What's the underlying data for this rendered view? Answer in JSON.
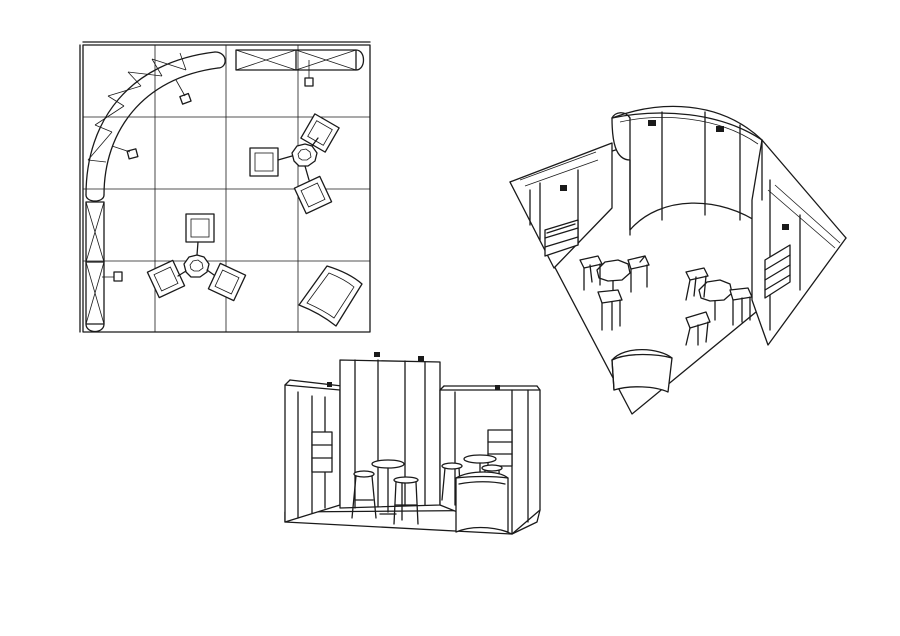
{
  "figure": {
    "views": [
      {
        "id": "floor-plan",
        "kind": "top-view"
      },
      {
        "id": "isometric-view",
        "kind": "isometric"
      },
      {
        "id": "front-view",
        "kind": "perspective"
      }
    ],
    "stroke_color": "#1a1a1a",
    "background_color": "#ffffff"
  }
}
